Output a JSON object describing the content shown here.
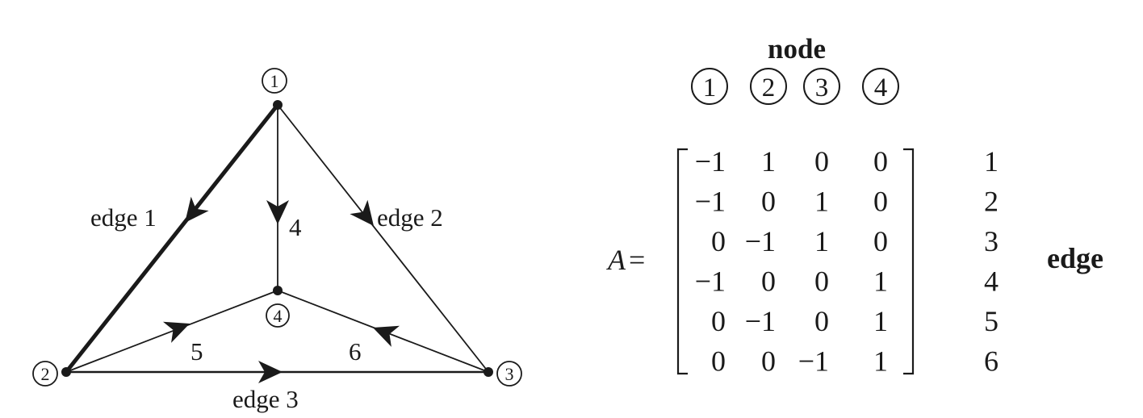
{
  "graph": {
    "nodes": [
      {
        "id": "1",
        "label": "1"
      },
      {
        "id": "2",
        "label": "2"
      },
      {
        "id": "3",
        "label": "3"
      },
      {
        "id": "4",
        "label": "4"
      }
    ],
    "edges": [
      {
        "id": 1,
        "from": "1",
        "to": "2",
        "label": "edge 1",
        "emphasized": true
      },
      {
        "id": 2,
        "from": "1",
        "to": "3",
        "label": "edge 2",
        "emphasized": false
      },
      {
        "id": 3,
        "from": "2",
        "to": "3",
        "label": "edge 3",
        "emphasized": false
      },
      {
        "id": 4,
        "from": "1",
        "to": "4",
        "label": "4",
        "emphasized": false
      },
      {
        "id": 5,
        "from": "2",
        "to": "4",
        "label": "5",
        "emphasized": false
      },
      {
        "id": 6,
        "from": "3",
        "to": "4",
        "label": "6",
        "emphasized": false
      }
    ]
  },
  "matrix": {
    "name": "A",
    "equals": "=",
    "column_header": "node",
    "row_header": "edge",
    "column_labels": [
      "1",
      "2",
      "3",
      "4"
    ],
    "row_labels": [
      "1",
      "2",
      "3",
      "4",
      "5",
      "6"
    ],
    "rows": [
      [
        "−1",
        "1",
        "0",
        "0"
      ],
      [
        "−1",
        "0",
        "1",
        "0"
      ],
      [
        "0",
        "−1",
        "1",
        "0"
      ],
      [
        "−1",
        "0",
        "0",
        "1"
      ],
      [
        "0",
        "−1",
        "0",
        "1"
      ],
      [
        "0",
        "0",
        "−1",
        "1"
      ]
    ]
  }
}
